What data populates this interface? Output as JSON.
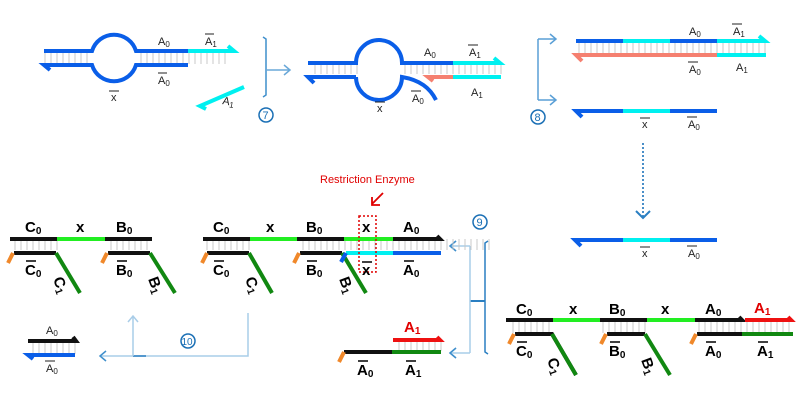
{
  "title": "Strand displacement reaction cascade with restriction enzyme",
  "colors": {
    "blue": "#0a5ee8",
    "cyan": "#00f0f0",
    "salmon": "#f58070",
    "black": "#111111",
    "green_bright": "#22ee22",
    "green_dark": "#118811",
    "orange": "#f0882a",
    "red": "#ee1111",
    "arrow_blue": "#3f8fcc",
    "arrow_light": "#a9cde8"
  },
  "steps": [
    {
      "id": "7",
      "label": "7"
    },
    {
      "id": "8",
      "label": "8"
    },
    {
      "id": "9",
      "label": "9"
    },
    {
      "id": "10",
      "label": "10"
    }
  ],
  "annotation": {
    "restriction_enzyme": "Restriction Enzyme"
  },
  "labels": {
    "A": "A",
    "B": "B",
    "C": "C",
    "x": "x",
    "sub0": "0",
    "sub1": "1"
  },
  "panels": {
    "p1": {
      "top": [
        "A0",
        "Ā1"
      ],
      "bottom": [
        "x̄",
        "Ā0"
      ],
      "free_strand": "A1"
    },
    "p2": {
      "top": [
        "A0",
        "Ā1"
      ],
      "bottom": [
        "x̄",
        "Ā0",
        "A1"
      ]
    },
    "p3a": {
      "top": [
        "A0",
        "Ā1"
      ],
      "bottom": [
        "Ā0",
        "A1"
      ]
    },
    "p3b": {
      "bottom": [
        "x̄",
        "Ā0"
      ]
    },
    "p4": {
      "bottom": [
        "x̄",
        "Ā0"
      ]
    },
    "p5": {
      "top": [
        "C0",
        "x",
        "B0",
        "x",
        "A0",
        "A1"
      ],
      "bottom": [
        "C̄0",
        "C̄1",
        "B̄0",
        "B̄1",
        "Ā0",
        "Ā1"
      ]
    },
    "p6": {
      "top": [
        "C0",
        "x",
        "B0",
        "x",
        "A0"
      ],
      "bottom": [
        "C̄0",
        "C̄1",
        "B̄0",
        "B̄1",
        "x̄",
        "Ā0"
      ]
    },
    "p7": {
      "top": [
        "A1"
      ],
      "bottom": [
        "Ā0",
        "Ā1"
      ]
    },
    "p8": {
      "top": [
        "C0",
        "x",
        "B0"
      ],
      "bottom": [
        "C̄0",
        "C̄1",
        "B̄0",
        "B̄1"
      ]
    },
    "p9": {
      "top": [
        "A0"
      ],
      "bottom": [
        "Ā0"
      ]
    }
  }
}
